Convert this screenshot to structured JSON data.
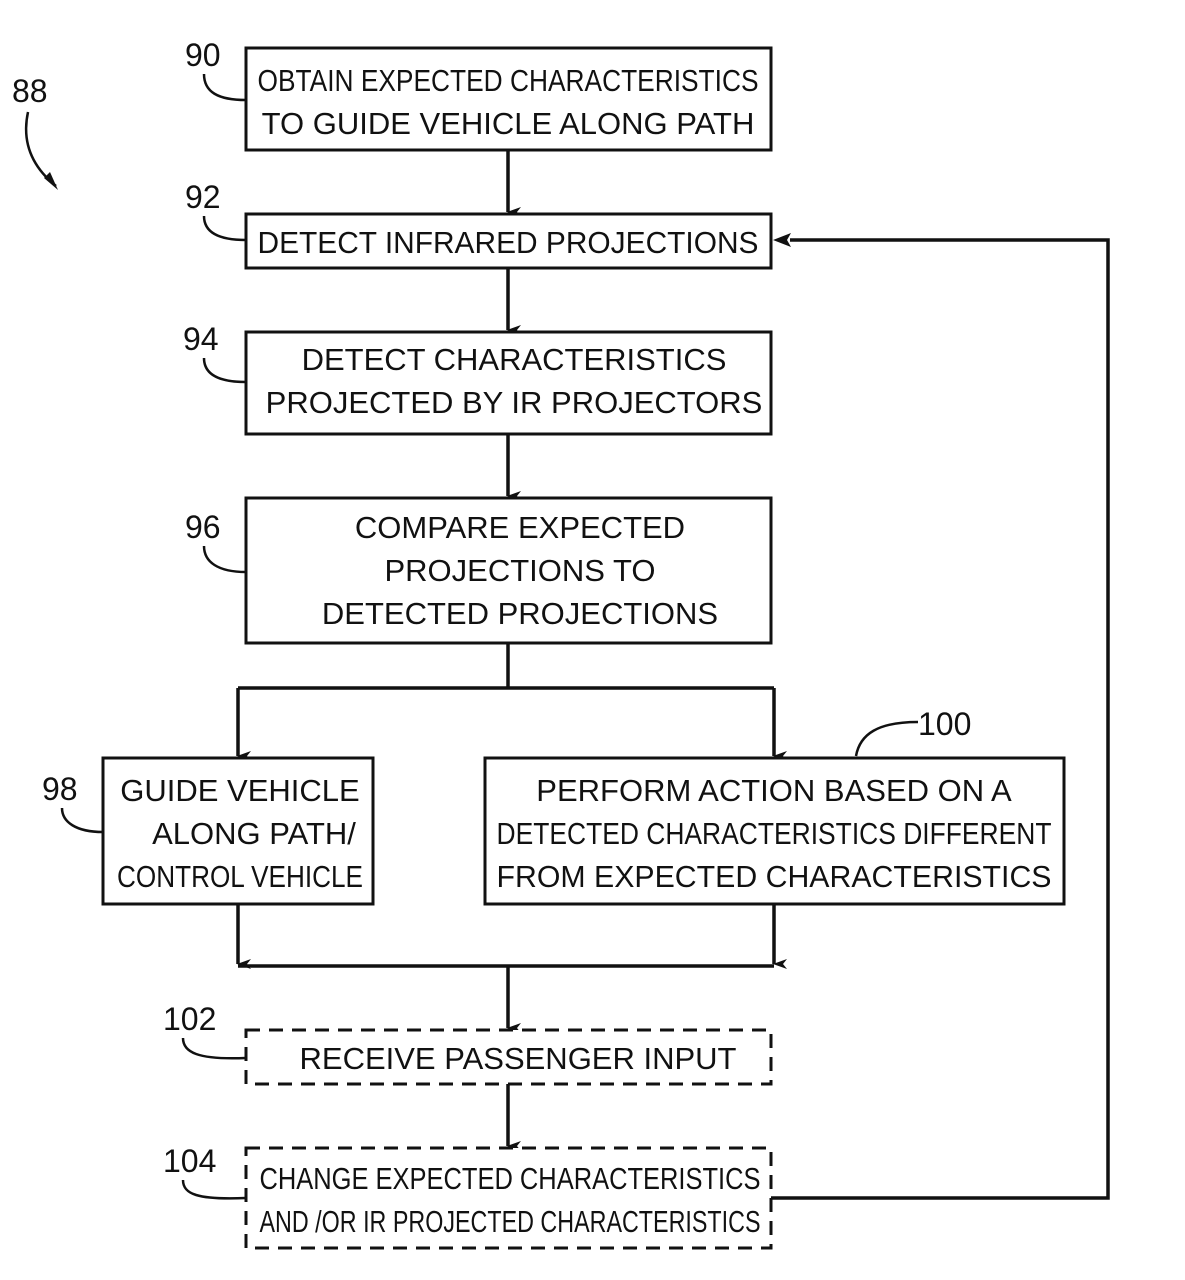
{
  "figure": {
    "label": "88",
    "steps": [
      {
        "ref": "90",
        "style": "solid",
        "lines": [
          "OBTAIN EXPECTED CHARACTERISTICS",
          "TO GUIDE VEHICLE ALONG PATH"
        ]
      },
      {
        "ref": "92",
        "style": "solid",
        "lines": [
          "DETECT INFRARED PROJECTIONS"
        ]
      },
      {
        "ref": "94",
        "style": "solid",
        "lines": [
          "DETECT CHARACTERISTICS",
          "PROJECTED BY IR PROJECTORS"
        ]
      },
      {
        "ref": "96",
        "style": "solid",
        "lines": [
          "COMPARE EXPECTED",
          "PROJECTIONS TO",
          "DETECTED PROJECTIONS"
        ]
      },
      {
        "ref": "98",
        "style": "solid",
        "lines": [
          "GUIDE VEHICLE",
          "ALONG PATH/",
          "CONTROL VEHICLE"
        ]
      },
      {
        "ref": "100",
        "style": "solid",
        "lines": [
          "PERFORM ACTION BASED ON A",
          "DETECTED CHARACTERISTICS DIFFERENT",
          "FROM EXPECTED CHARACTERISTICS"
        ]
      },
      {
        "ref": "102",
        "style": "dashed",
        "lines": [
          "RECEIVE PASSENGER INPUT"
        ]
      },
      {
        "ref": "104",
        "style": "dashed",
        "lines": [
          "CHANGE EXPECTED CHARACTERISTICS",
          "AND /OR IR PROJECTED CHARACTERISTICS"
        ]
      }
    ]
  }
}
